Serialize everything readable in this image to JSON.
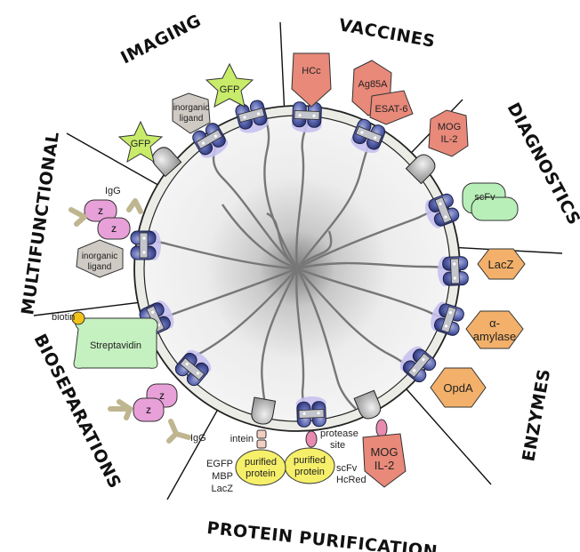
{
  "categories": {
    "imaging": "IMAGING",
    "vaccines": "VACCINES",
    "diagnostics": "DIAGNOSTICS",
    "enzymes": "ENZYMES",
    "protein_purification": "PROTEIN PURIFICATION",
    "bioseparations": "BIOSEPARATIONS",
    "multifunctional": "MULTIFUNCTIONAL"
  },
  "labels": {
    "gfp_left": "GFP",
    "gfp_right": "GFP",
    "inorganic_ligand_top_1": "inorganic",
    "inorganic_ligand_top_2": "ligand",
    "hcc": "HCc",
    "ag85a": "Ag85A",
    "esat6": "ESAT-6",
    "mog_top_1": "MOG",
    "mog_top_2": "IL-2",
    "scfv": "scFv",
    "lacz": "LacZ",
    "amylase_1": "α-",
    "amylase_2": "amylase",
    "opda": "OpdA",
    "mog_bottom_1": "MOG",
    "mog_bottom_2": "IL-2",
    "protease_1": "protease",
    "protease_2": "site",
    "purified_a_1": "purified",
    "purified_a_2": "protein",
    "purified_b_1": "purified",
    "purified_b_2": "protein",
    "scfv_hcred_1": "scFv",
    "scfv_hcred_2": "HcRed",
    "intein": "intein",
    "egfp": "EGFP",
    "mbp": "MBP",
    "lacz_small": "LacZ",
    "igg_bottom": "IgG",
    "streptavidin": "Streptavidin",
    "biotin": "biotin",
    "igg_top": "IgG",
    "inorganic_ligand_left_1": "inorganic",
    "inorganic_ligand_left_2": "ligand",
    "z1": "Z",
    "z2": "Z",
    "z3": "Z",
    "z4": "Z"
  },
  "colors": {
    "gfp": "#c8ec6a",
    "salmon": "#e8897a",
    "orange": "#f3b06a",
    "green_scfv": "#b8efb8",
    "pink": "#e8a0d8",
    "yellow": "#f5ef6a",
    "grey_hex": "#cfcac4",
    "blue_domain": "#3a4a9a",
    "light_purple": "#c9c2ee"
  }
}
